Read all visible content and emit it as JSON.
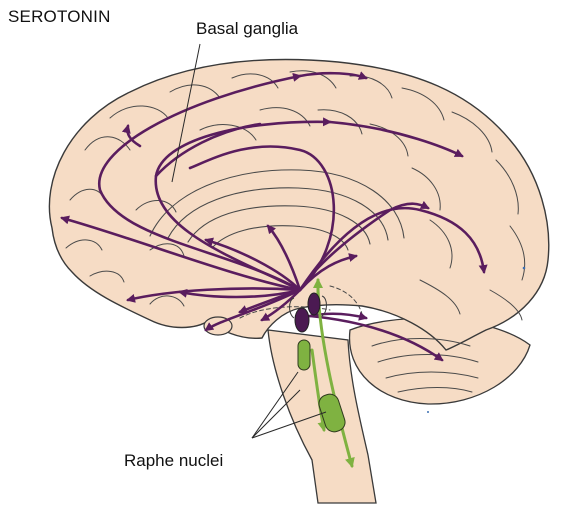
{
  "title": "SEROTONIN",
  "labels": {
    "basal_ganglia": "Basal ganglia",
    "raphe_nuclei": "Raphe nuclei"
  },
  "colors": {
    "brain_fill": "#f6dcc5",
    "brain_outline": "#3a3a3a",
    "sulci": "#4a4a4a",
    "pathway": "#5a1d5e",
    "nucleus_purple": "#4b1a52",
    "nucleus_green": "#7fb241",
    "descending_path": "#7fb241",
    "label_text": "#111111"
  },
  "icons": {
    "arrowhead": "arrowhead-icon"
  }
}
